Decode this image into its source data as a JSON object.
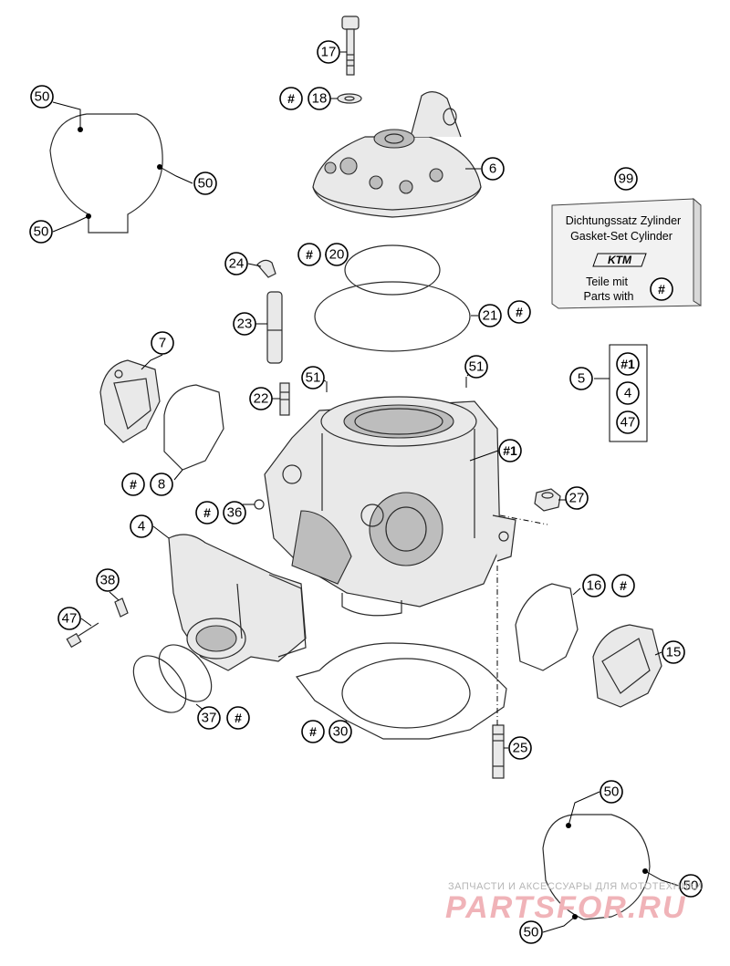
{
  "callouts": {
    "c17": "17",
    "c18": "18",
    "c18_hash": "#",
    "c6": "6",
    "c99": "99",
    "c50_a": "50",
    "c50_b": "50",
    "c50_c": "50",
    "c24": "24",
    "c20_hash": "#",
    "c20": "20",
    "c23": "23",
    "c21": "21",
    "c21_hash": "#",
    "c7": "7",
    "c51_a": "51",
    "c51_b": "51",
    "c5": "5",
    "c5_list_1": "#1",
    "c5_list_2": "4",
    "c5_list_3": "47",
    "c22": "22",
    "c1": "#1",
    "c8_hash": "#",
    "c8": "8",
    "c36_hash": "#",
    "c36": "36",
    "c27": "27",
    "c4": "4",
    "c38": "38",
    "c16": "16",
    "c16_hash": "#",
    "c47": "47",
    "c15": "15",
    "c37": "37",
    "c37_hash": "#",
    "c30_hash": "#",
    "c30": "30",
    "c25": "25",
    "c50_d": "50",
    "c50_e": "50",
    "c50_f": "50"
  },
  "gasket_kit": {
    "line1": "Dichtungssatz Zylinder",
    "line2": "Gasket-Set Cylinder",
    "brand": "KTM",
    "line3": "Teile mit",
    "line4": "Parts with",
    "symbol": "#"
  },
  "watermark": {
    "tagline": "ЗАПЧАСТИ И АКСЕССУАРЫ ДЛЯ МОТОТЕХНИКИ",
    "brand": "PARTSFOR.RU"
  }
}
